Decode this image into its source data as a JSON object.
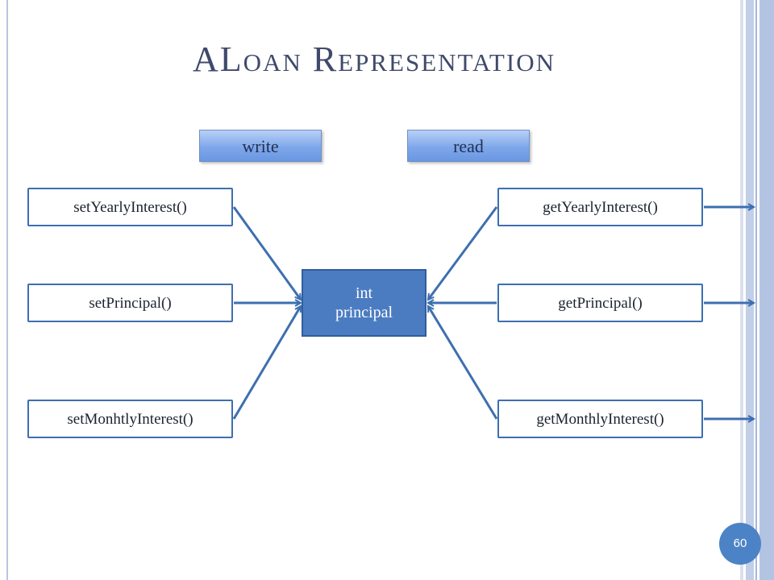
{
  "slide": {
    "title": "ALoan Representation",
    "page_number": "60"
  },
  "labels": {
    "write": "write",
    "read": "read"
  },
  "field": {
    "line1": "int",
    "line2": "principal"
  },
  "setters": [
    {
      "label": "setYearlyInterest()"
    },
    {
      "label": "setPrincipal()"
    },
    {
      "label": "setMonhtlyInterest()"
    }
  ],
  "getters": [
    {
      "label": "getYearlyInterest()"
    },
    {
      "label": "getPrincipal()"
    },
    {
      "label": "getMonthlyInterest()"
    }
  ],
  "colors": {
    "connector": "#3d6fb0",
    "field_fill": "#4b7cc1",
    "title": "#3f4a6b"
  }
}
